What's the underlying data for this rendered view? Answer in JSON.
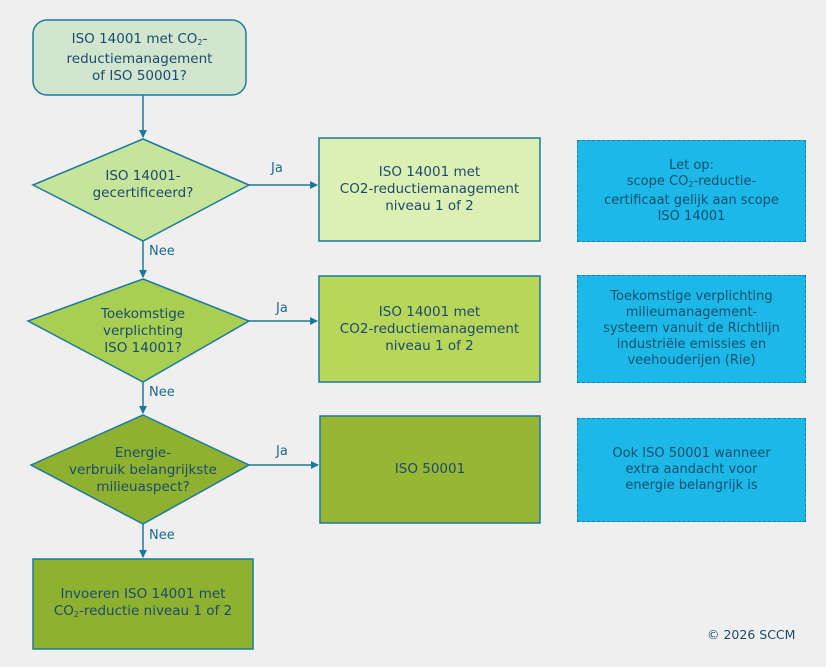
{
  "start": {
    "pre": "ISO 14001 met CO",
    "sub": "2",
    "post": "-",
    "line2": "reductiemanagement",
    "line3": "of ISO 50001?"
  },
  "decisions": [
    {
      "line1": "ISO 14001-",
      "line2": "gecertificeerd?",
      "line3": ""
    },
    {
      "line1": "Toekomstige",
      "line2": "verplichting",
      "line3": "ISO 14001?"
    },
    {
      "line1": "Energie-",
      "line2": "verbruik belangrijkste",
      "line3": "milieuaspect?"
    }
  ],
  "outcomes": [
    {
      "line1": "ISO 14001 met",
      "line2": "CO2-reductiemanagement",
      "line3": "niveau 1 of 2"
    },
    {
      "line1": "ISO 14001 met",
      "line2": "CO2-reductiemanagement",
      "line3": "niveau 1 of 2"
    },
    {
      "line1": "ISO 50001",
      "line2": "",
      "line3": ""
    }
  ],
  "final": {
    "line1": "Invoeren ISO 14001 met",
    "pre": "CO",
    "sub": "2",
    "post": "-reductie niveau 1 of 2"
  },
  "notes": [
    {
      "l1": "Let op:",
      "l2pre": "scope CO",
      "l2sub": "2",
      "l2post": "-reductie-",
      "l3": "certificaat gelijk aan scope",
      "l4": "ISO 14001",
      "l5": ""
    },
    {
      "l1": "Toekomstige verplichting",
      "l2pre": "milieumanagement-",
      "l2sub": "",
      "l2post": "",
      "l3": "systeem vanuit de Richtlijn",
      "l4": "industriële emissies en",
      "l5": "veehouderijen (Rie)"
    },
    {
      "l1": "Ook ISO 50001 wanneer",
      "l2pre": "extra aandacht voor",
      "l2sub": "",
      "l2post": "",
      "l3": "energie belangrijk is",
      "l4": "",
      "l5": ""
    }
  ],
  "labels": {
    "yes": "Ja",
    "no": "Nee"
  },
  "copyright": "© 2026 SCCM",
  "colors": {
    "start": "#d2e6cf",
    "decision1": "#c6e49a",
    "decision2": "#a8cf52",
    "decision3": "#8fb130",
    "outcome1": "#ddf0b3",
    "outcome2": "#b8d65a",
    "outcome3": "#97b634",
    "final": "#8fb130",
    "note": "#1cb8e8",
    "line": "#1b7a9c"
  }
}
